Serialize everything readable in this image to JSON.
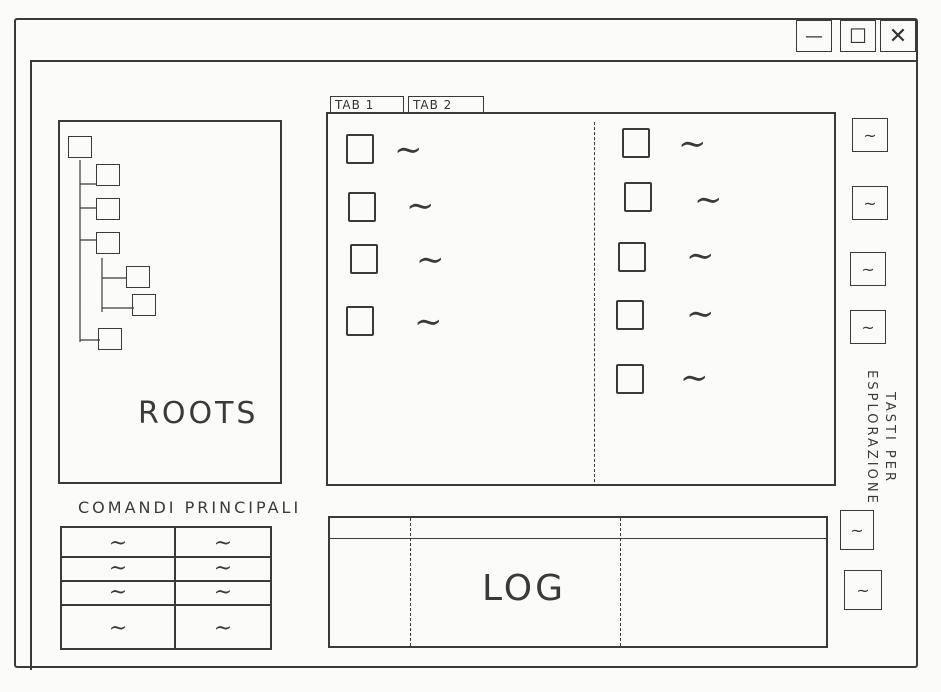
{
  "window": {
    "controls": {
      "minimize": "—",
      "maximize": "☐",
      "close": "✕"
    }
  },
  "tree_panel": {
    "label": "ROOTS"
  },
  "tabs": [
    {
      "label": "TAB 1"
    },
    {
      "label": "TAB 2"
    }
  ],
  "main": {
    "squiggle": "∼",
    "left_column_count": 4,
    "right_column_count": 5
  },
  "side_buttons": [
    {
      "label": "~"
    },
    {
      "label": "~"
    },
    {
      "label": "~"
    },
    {
      "label": "~"
    }
  ],
  "side_note": {
    "line1": "TASTI PER",
    "line2": "ESPLORAZIONE"
  },
  "commands": {
    "title": "COMANDI PRINCIPALI",
    "rows": [
      [
        "~",
        "~"
      ],
      [
        "~",
        "~"
      ],
      [
        "~",
        "~"
      ],
      [
        "~",
        "~"
      ]
    ]
  },
  "log": {
    "label": "LOG"
  },
  "log_buttons": [
    {
      "label": "~"
    },
    {
      "label": "~"
    }
  ]
}
